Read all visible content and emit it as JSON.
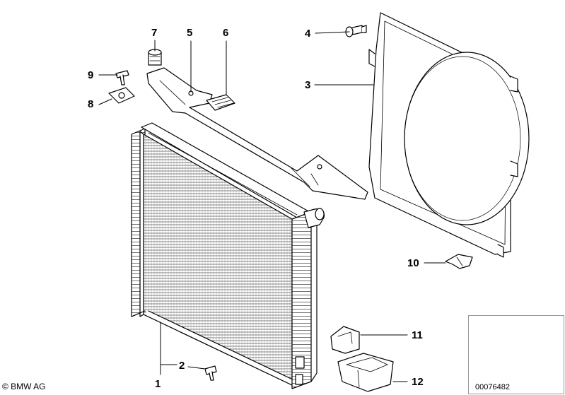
{
  "callouts": {
    "c1": "1",
    "c2": "2",
    "c3": "3",
    "c4": "4",
    "c5": "5",
    "c6": "6",
    "c7": "7",
    "c8": "8",
    "c9": "9",
    "c10": "10",
    "c11": "11",
    "c12": "12"
  },
  "footer": {
    "copyright": "© BMW AG",
    "drawing_number": "00076482"
  },
  "colors": {
    "line": "#000000",
    "thumbnail_border": "#999999"
  }
}
